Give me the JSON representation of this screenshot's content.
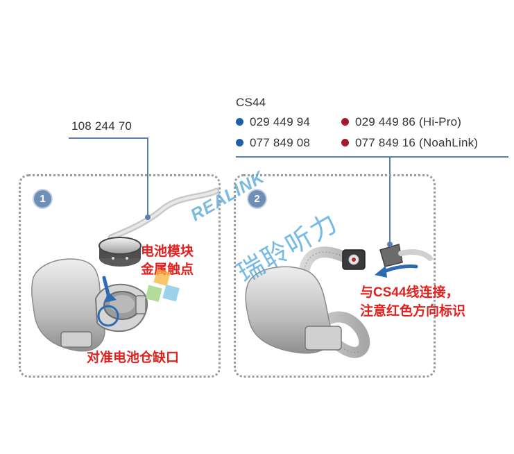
{
  "left_part": {
    "number": "108 244 70"
  },
  "cs44": {
    "title": "CS44",
    "items": [
      {
        "number": "029 449 94",
        "color": "#1f5fa8"
      },
      {
        "number": "029 449 86 (Hi-Pro)",
        "color": "#a01c2c"
      },
      {
        "number": "077 849 08",
        "color": "#1f5fa8"
      },
      {
        "number": "077 849 16 (NoahLink)",
        "color": "#a01c2c"
      }
    ]
  },
  "step1": {
    "number": "1",
    "note_line1": "电池模块",
    "note_line2": "金属触点",
    "note_bottom": "对准电池仓缺口"
  },
  "step2": {
    "number": "2",
    "note_line1": "与CS44线连接，",
    "note_line2": "注意红色方向标识"
  },
  "watermark": {
    "brand": "REALINK",
    "cn": "瑞聆听力"
  },
  "colors": {
    "leader_line": "#5b7fae",
    "note_red": "#e3201d",
    "arrow_blue": "#2d6bb3"
  }
}
